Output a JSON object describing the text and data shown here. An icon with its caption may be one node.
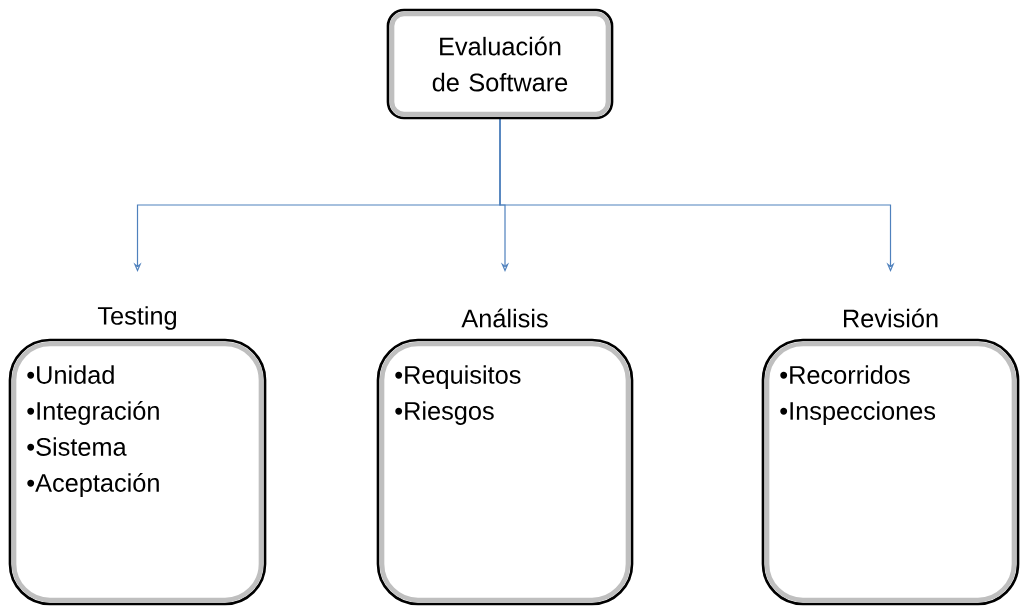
{
  "diagram": {
    "nodes": [
      {
        "text": [
          "Evaluación de Software"
        ]
      },
      {
        "text": [
          "Testing",
          "•Unidad",
          "•Integración",
          "•Sistema",
          "•Aceptación"
        ]
      },
      {
        "text": [
          "Análisis",
          "•Requisitos",
          "•Riesgos"
        ]
      },
      {
        "text": [
          "Revisión",
          "•Recorridos",
          "•Inspecciones"
        ]
      }
    ],
    "edges": [
      {
        "from": 0,
        "to": 1,
        "arrow": "to",
        "color": "#4f81bd"
      },
      {
        "from": 0,
        "to": 2,
        "arrow": "to",
        "color": "#4f81bd"
      },
      {
        "from": 0,
        "to": 3,
        "arrow": "to",
        "color": "#4f81bd"
      }
    ]
  }
}
